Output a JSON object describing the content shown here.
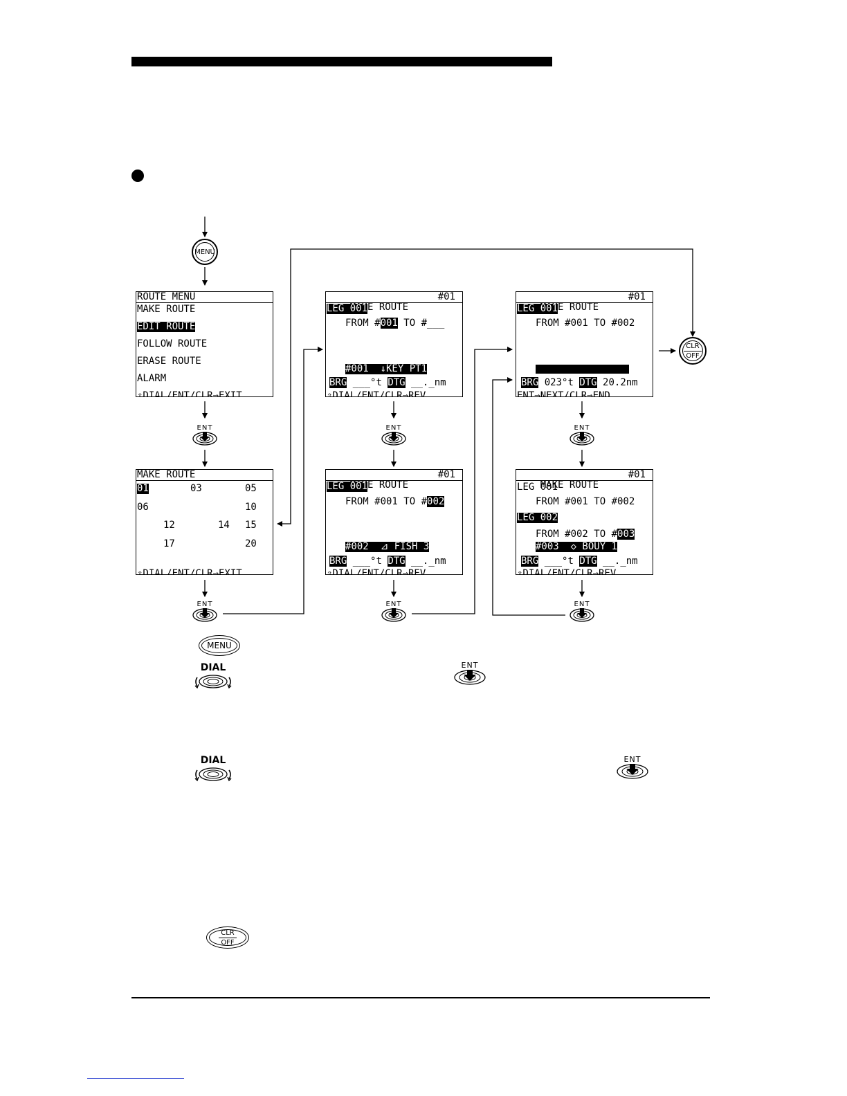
{
  "buttons": {
    "menu": "MENU",
    "ent": "ENT",
    "clr": "CLR",
    "off": "OFF",
    "dial": "DIAL"
  },
  "screens": {
    "route_menu": {
      "title": "ROUTE MENU",
      "items": [
        "MAKE ROUTE",
        "EDIT ROUTE",
        "FOLLOW ROUTE",
        "ERASE ROUTE",
        "ALARM"
      ],
      "selected": "EDIT ROUTE",
      "footer": "⇳DIAL/ENT/CLR⇒EXIT"
    },
    "make_route_list": {
      "title": "MAKE ROUTE",
      "cells": [
        "01",
        "03",
        "05",
        "06",
        "10",
        "12",
        "14",
        "15",
        "17",
        "20"
      ],
      "footer": "⇳DIAL/ENT/CLR⇒EXIT"
    },
    "leg1_empty": {
      "title": "MAKE ROUTE",
      "number": "#01",
      "leg": "LEG 001",
      "from_prefix": "FROM #",
      "from_value": "001",
      "to_text": " TO #___",
      "waypoint": "#001  ⇓KEY PT1",
      "brg_label": "BRG",
      "brg_value": " ___°t ",
      "dtg_label": "DTG",
      "dtg_value": " __._nm",
      "footer": "⇳DIAL/ENT/CLR⇒REV"
    },
    "leg1_to": {
      "title": "MAKE ROUTE",
      "number": "#01",
      "leg": "LEG 001",
      "from_text": "FROM #001 TO #",
      "to_value": "002",
      "waypoint": "#002  ⊿ FISH 3",
      "brg_label": "BRG",
      "brg_value": " ___°t ",
      "dtg_label": "DTG",
      "dtg_value": " __._nm",
      "footer": "⇳DIAL/ENT/CLR⇒REV"
    },
    "leg1_done": {
      "title": "MAKE ROUTE",
      "number": "#01",
      "leg": "LEG 001",
      "from_text": "FROM #001 TO #002",
      "brg_label": "BRG",
      "brg_value": " 023°t ",
      "dtg_label": "DTG",
      "dtg_value": " 20.2nm",
      "footer": "ENT⇒NEXT/CLR⇒END"
    },
    "leg2": {
      "title": "MAKE ROUTE",
      "number": "#01",
      "leg1": "LEG 001",
      "leg1_from": "FROM #001 TO #002",
      "leg2": "LEG 002",
      "leg2_from": "FROM #002 TO #",
      "leg2_to": "003",
      "waypoint": "#003  ◇ BOUY 1",
      "brg_label": "BRG",
      "brg_value": " ___°t ",
      "dtg_label": "DTG",
      "dtg_value": " __._nm",
      "footer": "⇳DIAL/ENT/CLR⇒REV"
    }
  }
}
